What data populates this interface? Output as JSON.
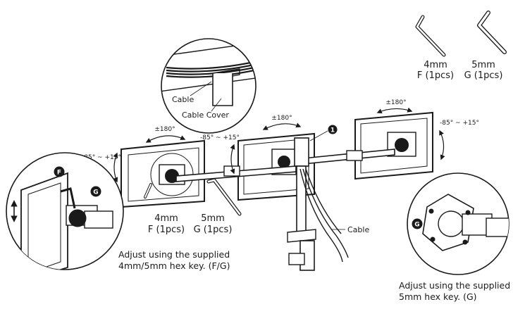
{
  "tools": {
    "key_4mm": {
      "size": "4mm",
      "name": "F (1pcs)"
    },
    "key_5mm": {
      "size": "5mm",
      "name": "G (1pcs)"
    }
  },
  "inset_top": {
    "cable": "Cable",
    "cable_cover": "Cable Cover"
  },
  "rotation": {
    "left": "±180°",
    "center": "±180°",
    "right": "±180°"
  },
  "tilt": {
    "left": "-85° ~ +15°",
    "center": "-85° ~ +15°",
    "right": "-85° ~ +15°"
  },
  "main_keys": {
    "key_4mm": {
      "size": "4mm",
      "name": "F (1pcs)"
    },
    "key_5mm": {
      "size": "5mm",
      "name": "G (1pcs)"
    }
  },
  "pole_label": "Cable",
  "callout_marker": "1",
  "inset_left": {
    "badge_f": "F",
    "badge_g": "G",
    "caption_line1": "Adjust using the supplied",
    "caption_line2": "4mm/5mm hex key. (F/G)"
  },
  "inset_right": {
    "badge_g": "G",
    "caption_line1": "Adjust using the supplied",
    "caption_line2": "5mm hex key. (G)"
  },
  "colors": {
    "ink": "#1a1a1a",
    "paper": "#ffffff"
  }
}
